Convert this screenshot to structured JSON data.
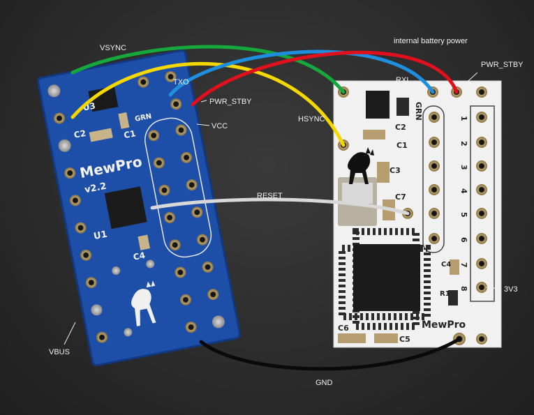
{
  "labels": {
    "vsync": "VSYNC",
    "txo": "TXO",
    "pwr_stby_left": "PWR_STBY",
    "vcc": "VCC",
    "hsync": "HSYNC",
    "rxi": "RXI",
    "internal_battery_power": "internal battery power",
    "pwr_stby_right": "PWR_STBY",
    "reset": "RESET",
    "v3v3": "3V3",
    "vbus": "VBUS",
    "gnd": "GND"
  },
  "boards": {
    "left": {
      "name": "MewPro",
      "version": "v2.2",
      "silk": {
        "u3": "U3",
        "c2": "C2",
        "c1": "C1",
        "grn": "GRN",
        "u1": "U1",
        "c4": "C4"
      },
      "color": "#1d4fa8"
    },
    "right": {
      "name": "MewPro",
      "silk": {
        "grn": "GRN",
        "c2": "C2",
        "c1": "C1",
        "c3": "C3",
        "c7": "C7",
        "c4": "C4",
        "r1": "R1",
        "c6": "C6",
        "c5": "C5",
        "pins": [
          "1",
          "2",
          "3",
          "4",
          "5",
          "6",
          "7",
          "8"
        ]
      },
      "color": "#f1f1f1"
    }
  },
  "wire_colors": {
    "vsync": "#16a83c",
    "hsync": "#f5d800",
    "txo": "#1e8fe0",
    "pwr": "#e0101c",
    "reset": "#d8d8d8",
    "gnd": "#0a0a0a"
  }
}
